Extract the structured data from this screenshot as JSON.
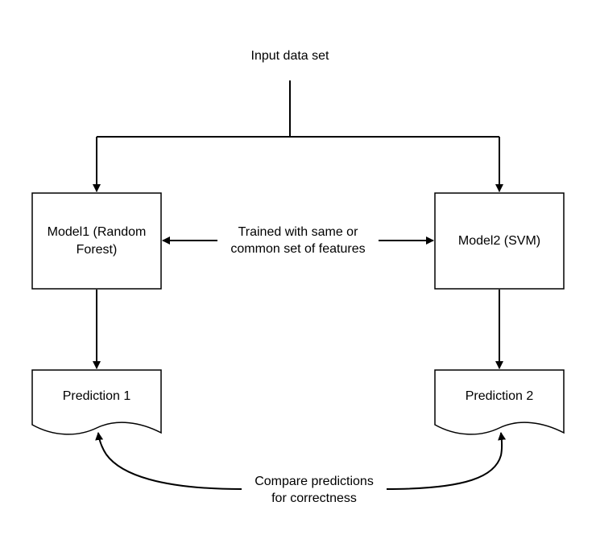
{
  "nodes": {
    "input": {
      "label": "Input data set"
    },
    "model1": {
      "label_line1": "Model1 (Random",
      "label_line2": "Forest)"
    },
    "model2": {
      "label": "Model2 (SVM)"
    },
    "prediction1": {
      "label": "Prediction 1"
    },
    "prediction2": {
      "label": "Prediction 2"
    }
  },
  "edges": {
    "training_note": {
      "line1": "Trained with same or",
      "line2": "common set of features"
    },
    "compare_note": {
      "line1": "Compare predictions",
      "line2": "for correctness"
    }
  },
  "colors": {
    "stroke": "#000000",
    "fill": "#ffffff",
    "background": "#ffffff"
  }
}
